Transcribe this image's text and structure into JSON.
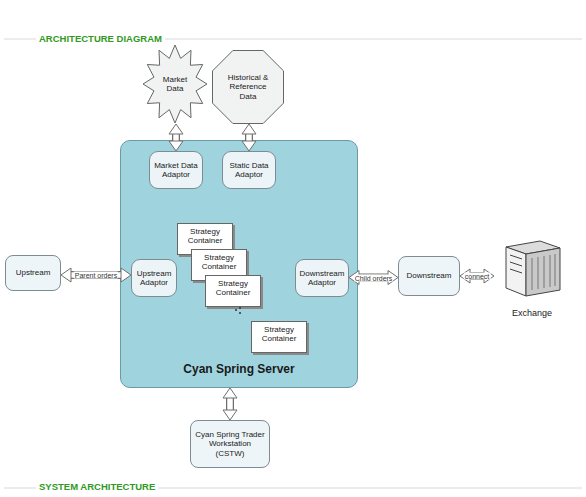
{
  "diagram": {
    "title": "ARCHITECTURE DIAGRAM",
    "nodes": [
      {
        "text": [
          "Market Data"
        ]
      },
      {
        "text": [
          "Historical & Reference Data"
        ]
      },
      {
        "text": [
          "Upstream"
        ]
      },
      {
        "text": [
          "Cyan Spring Server"
        ]
      },
      {
        "text": [
          "Market Data Adaptor"
        ],
        "in": 3
      },
      {
        "text": [
          "Static Data Adaptor"
        ],
        "in": 3
      },
      {
        "text": [
          "Upstream Adaptor"
        ],
        "in": 3
      },
      {
        "text": [
          "Strategy Container"
        ],
        "in": 3
      },
      {
        "text": [
          "Strategy Container"
        ],
        "in": 3
      },
      {
        "text": [
          "Strategy Container"
        ],
        "in": 3
      },
      {
        "text": [
          "Downstream Adaptor"
        ],
        "in": 3
      },
      {
        "text": [
          "Strategy Container"
        ],
        "in": 3
      },
      {
        "text": [
          "Downstream"
        ]
      },
      {
        "text": [
          "Exchange"
        ]
      },
      {
        "text": [
          "Cyan Spring Trader Workstation (CSTW)"
        ]
      }
    ],
    "edges": [
      {
        "from": 0,
        "to": 4,
        "arrow": "both"
      },
      {
        "from": 1,
        "to": 5,
        "arrow": "both"
      },
      {
        "from": 2,
        "to": 6,
        "arrow": "both",
        "label": "Parent orders"
      },
      {
        "from": 10,
        "to": 12,
        "arrow": "both",
        "label": "Child orders"
      },
      {
        "from": 12,
        "to": 13,
        "arrow": "both",
        "label": "connect"
      },
      {
        "from": 3,
        "to": 14,
        "arrow": "both"
      }
    ],
    "labels": [
      "SYSTEM ARCHITECTURE"
    ]
  }
}
